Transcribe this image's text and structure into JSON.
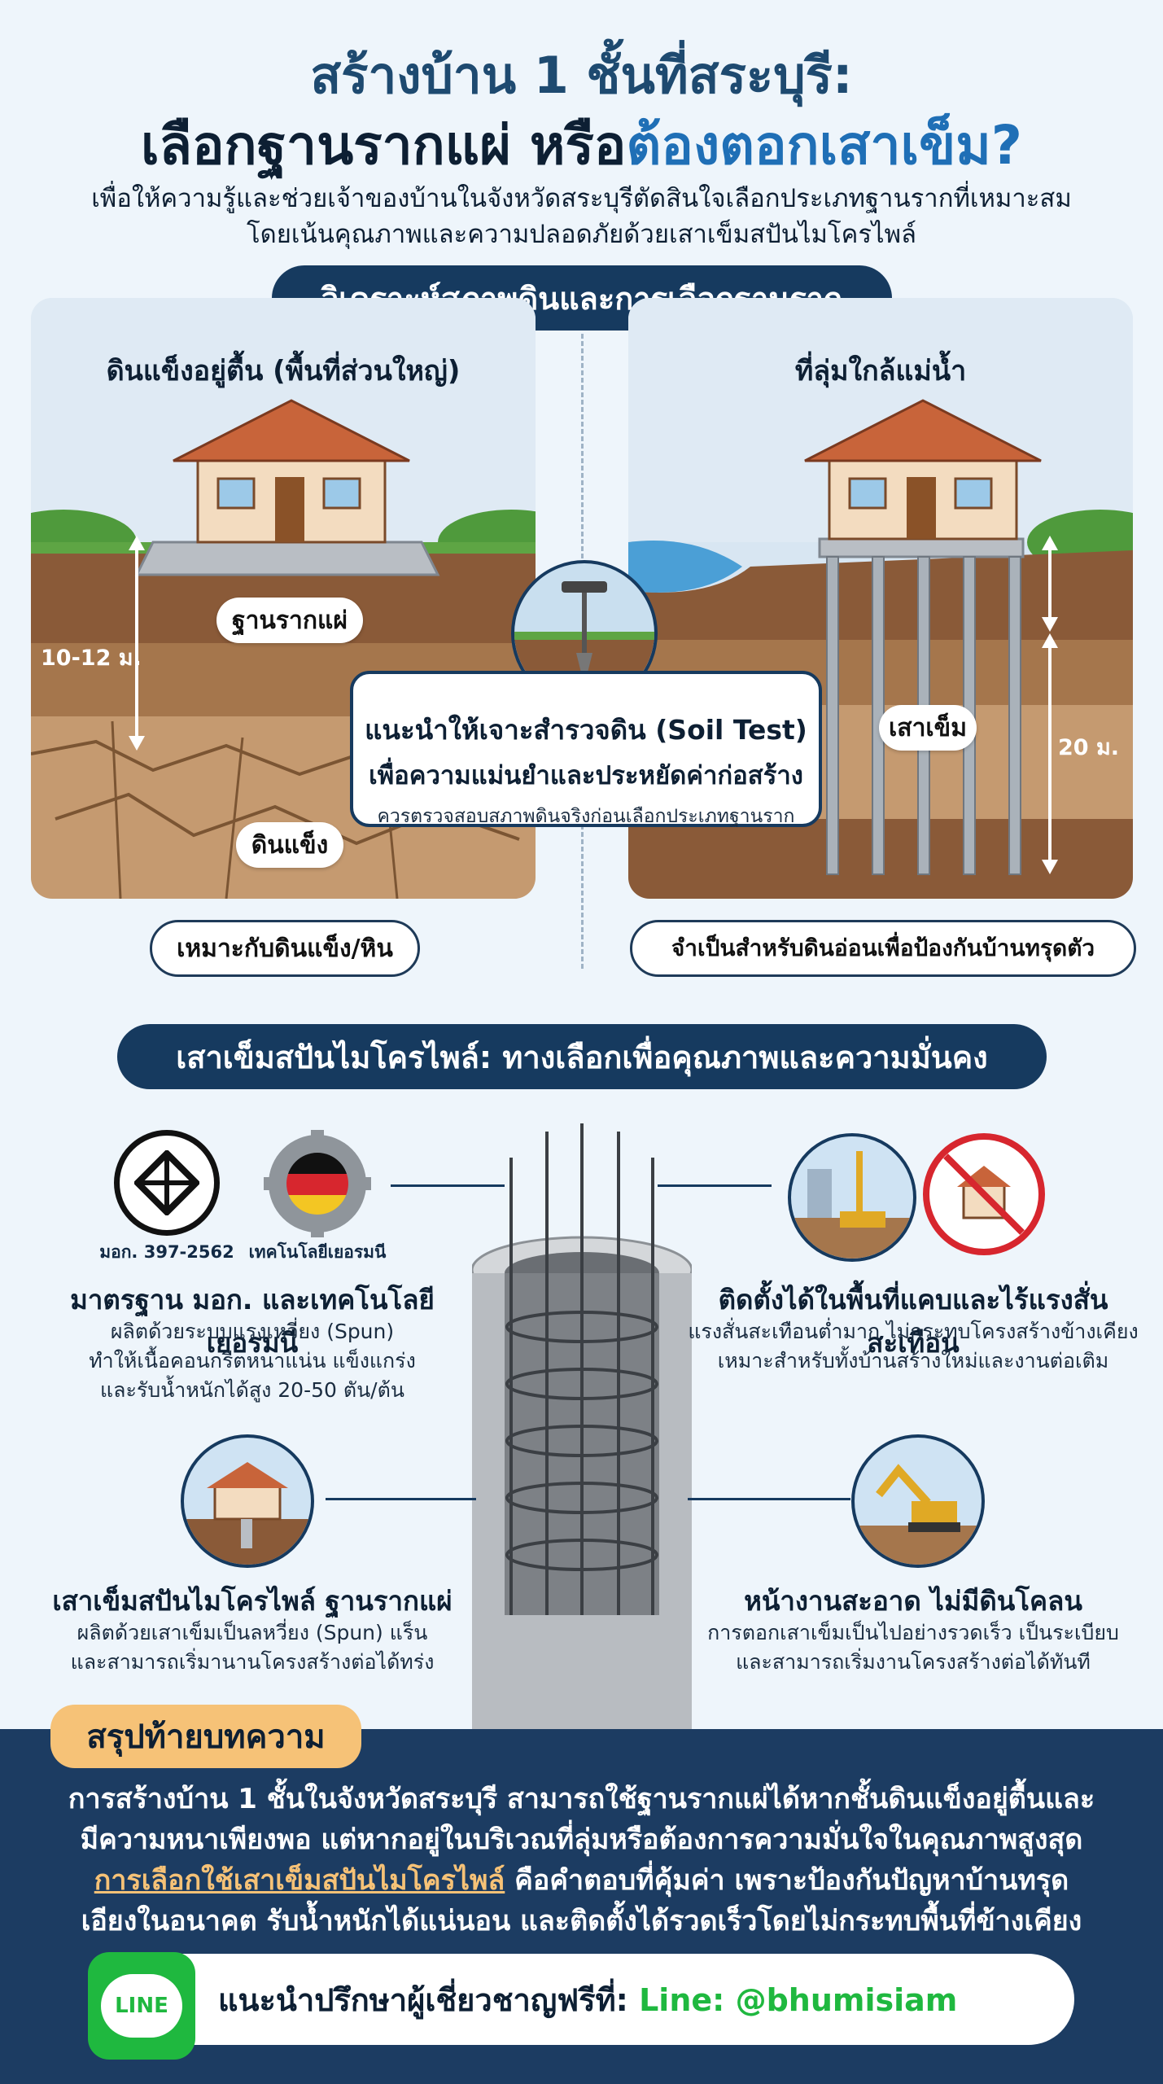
{
  "title_line1": "สร้างบ้าน 1 ชั้นที่สระบุรี:",
  "title_line2_a": "เลือกฐานรากแผ่ หรือ",
  "title_line2_b": "ต้องตอกเสาเข็ม?",
  "subtitle_line1": "เพื่อให้ความรู้และช่วยเจ้าของบ้านในจังหวัดสระบุรีตัดสินใจเลือกประเภทฐานรากที่เหมาะสม",
  "subtitle_line2": "โดยเน้นคุณภาพและความปลอดภัยด้วยเสาเข็มสปันไมโครไพล์",
  "section1": {
    "title": "วิเคราะห์สภาพดินและการเลือกฐานราก",
    "left": {
      "heading": "ดินแข็งอยู่ตื้น (พื้นที่ส่วนใหญ่)",
      "footing_label": "ฐานรากแผ่",
      "depth_label": "10-12 ม.",
      "hard_soil_label": "ดินแข็ง",
      "bottom_pill": "เหมาะกับดินแข็ง/หิน"
    },
    "right": {
      "heading": "ที่ลุ่มใกล้แม่น้ำ",
      "pile_label": "เสาเข็ม",
      "depth_label": "20 ม.",
      "bottom_pill": "จำเป็นสำหรับดินอ่อนเพื่อป้องกันบ้านทรุดตัว"
    },
    "soil_test": {
      "line1": "แนะนำให้เจาะสำรวจดิน (Soil Test)",
      "line2": "เพื่อความแม่นยำและประหยัดค่าก่อสร้าง",
      "line3": "ควรตรวจสอบสภาพดินจริงก่อนเลือกประเภทฐานราก"
    }
  },
  "section2": {
    "title": "เสาเข็มสปันไมโครไพล์: ทางเลือกเพื่อคุณภาพและความมั่นคง",
    "badge_tis": "มอก. 397-2562",
    "badge_german": "เทคโนโลยีเยอรมนี",
    "features": [
      {
        "title": "มาตรฐาน มอก. และเทคโนโลยีเยอรมนี",
        "lines": [
          "ผลิตด้วยระบบแรงเหวี่ยง (Spun)",
          "ทำให้เนื้อคอนกรีตหนาแน่น แข็งแกร่ง",
          "และรับน้ำหนักได้สูง 20-50 ตัน/ต้น"
        ]
      },
      {
        "title": "ติดตั้งได้ในพื้นที่แคบและไร้แรงสั่นสะเทือน",
        "lines": [
          "แรงสั่นสะเทือนต่ำมาก ไม่กระทบโครงสร้างข้างเคียง",
          "เหมาะสำหรับทั้งบ้านสร้างใหม่และงานต่อเติม"
        ]
      },
      {
        "title": "เสาเข็มสปันไมโครไพล์ ฐานรากแผ่",
        "lines": [
          "ผลิตด้วยเสาเข็มเป็นลหวี่ยง (Spun) แร็น",
          "และสามารถเริ่มานานโครงสร้างต่อได้ทร่ง"
        ]
      },
      {
        "title": "หน้างานสะอาด ไม่มีดินโคลน",
        "lines": [
          "การตอกเสาเข็มเป็นไปอย่างรวดเร็ว เป็นระเบียบ",
          "และสามารถเริ่มงานโครงสร้างต่อได้ทันที"
        ]
      }
    ]
  },
  "summary": {
    "tag": "สรุปท้ายบทความ",
    "line1": "การสร้างบ้าน 1 ชั้นในจังหวัดสระบุรี สามารถใช้ฐานรากแผ่ได้หากชั้นดินแข็งอยู่ตื้นและ",
    "line2": "มีความหนาเพียงพอ แต่หากอยู่ในบริเวณที่ลุ่มหรือต้องการความมั่นใจในคุณภาพสูงสุด",
    "line3_hl": "การเลือกใช้เสาเข็มสปันไมโครไพล์",
    "line3_rest": " คือคำตอบที่คุ้มค่า เพราะป้องกันปัญหาบ้านทรุด",
    "line4": "เอียงในอนาคต รับน้ำหนักได้แน่นอน และติดตั้งได้รวดเร็วโดยไม่กระทบพื้นที่ข้างเคียง"
  },
  "cta": {
    "badge": "LINE",
    "text": "แนะนำปรึกษาผู้เชี่ยวชาญฟรีที่: ",
    "line_id": "Line: @bhumisiam"
  },
  "colors": {
    "navy": "#163a5f",
    "accent_orange": "#f6c277",
    "line_green": "#1fb83f",
    "soil_brown": "#8a5a38"
  },
  "icons": [
    "house-icon",
    "soil-drill-icon",
    "tis-logo-icon",
    "german-gear-icon",
    "piling-rig-icon",
    "no-vibration-icon",
    "excavator-icon",
    "line-chat-icon"
  ]
}
